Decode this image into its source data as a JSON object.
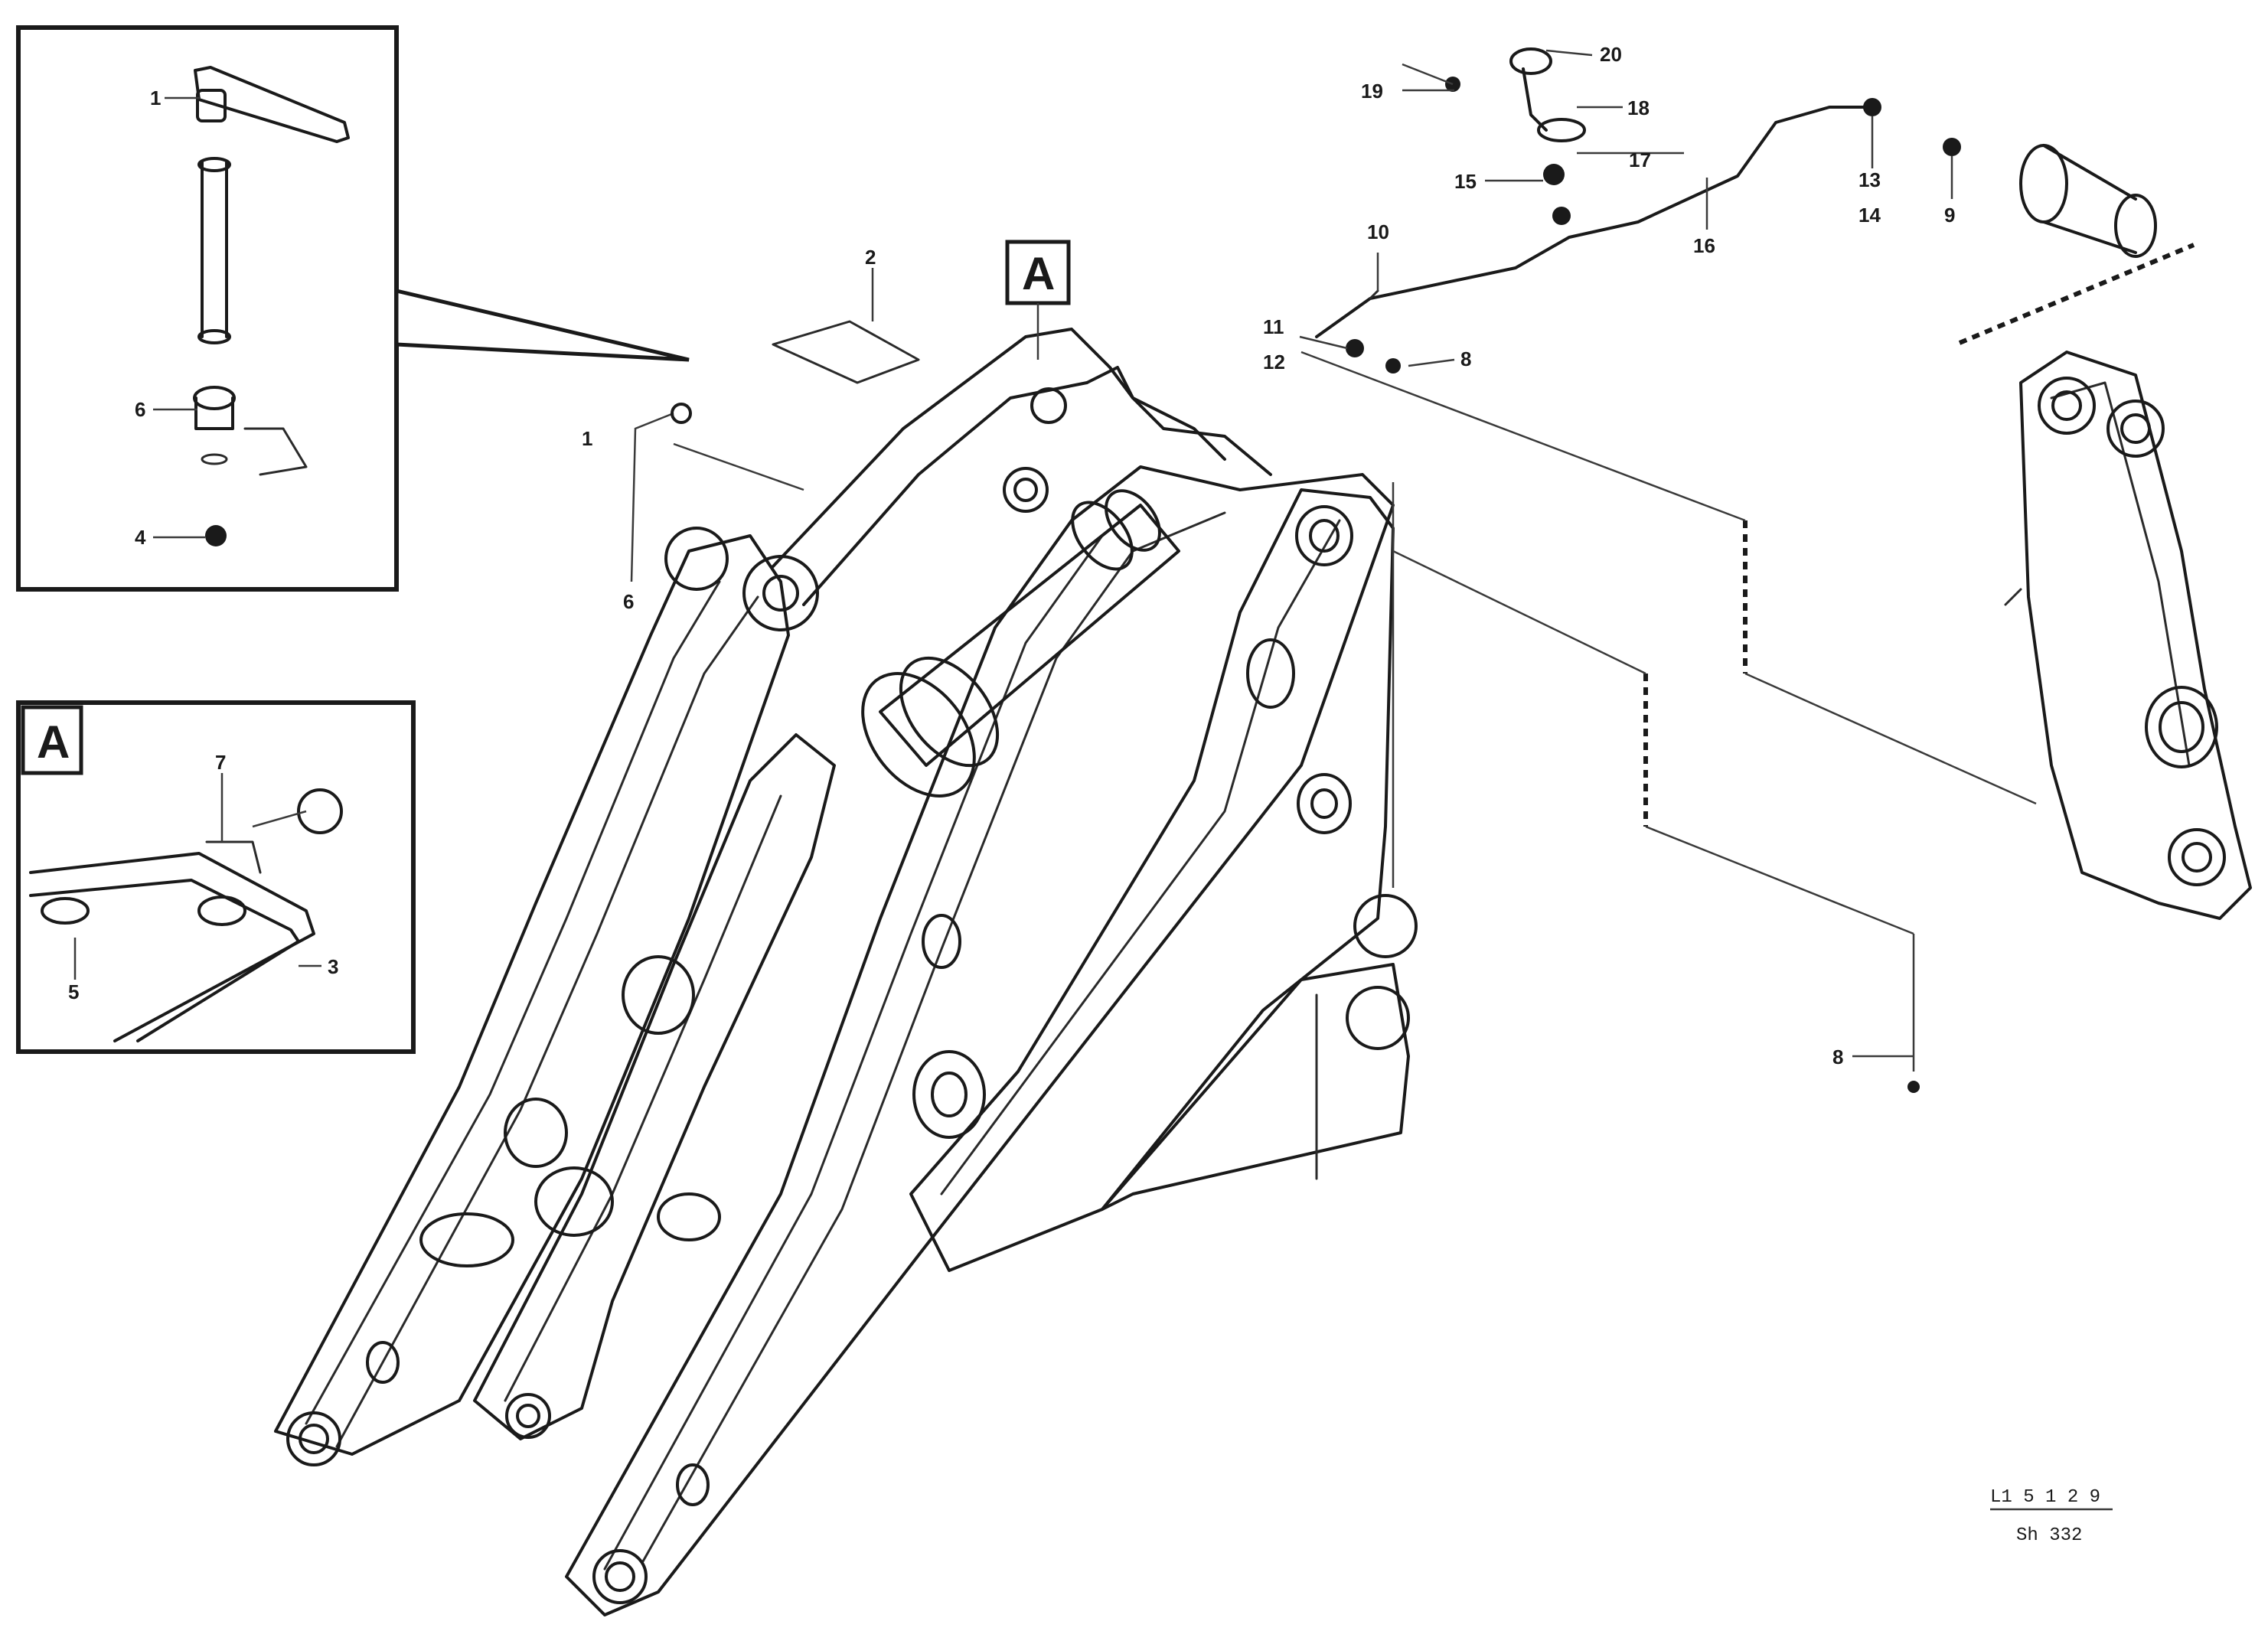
{
  "diagram": {
    "drawing_ref": "L1 5 1 2 9",
    "sheet_ref": "Sh 332",
    "view_marker": "A",
    "callouts": {
      "c1": "1",
      "c2": "2",
      "c3": "3",
      "c4": "4",
      "c5": "5",
      "c6": "6",
      "c7": "7",
      "c8": "8",
      "c9": "9",
      "c10": "10",
      "c11": "11",
      "c12": "12",
      "c13": "13",
      "c14": "14",
      "c15": "15",
      "c16": "16",
      "c17": "17",
      "c18": "18",
      "c19": "19",
      "c20": "20"
    }
  }
}
